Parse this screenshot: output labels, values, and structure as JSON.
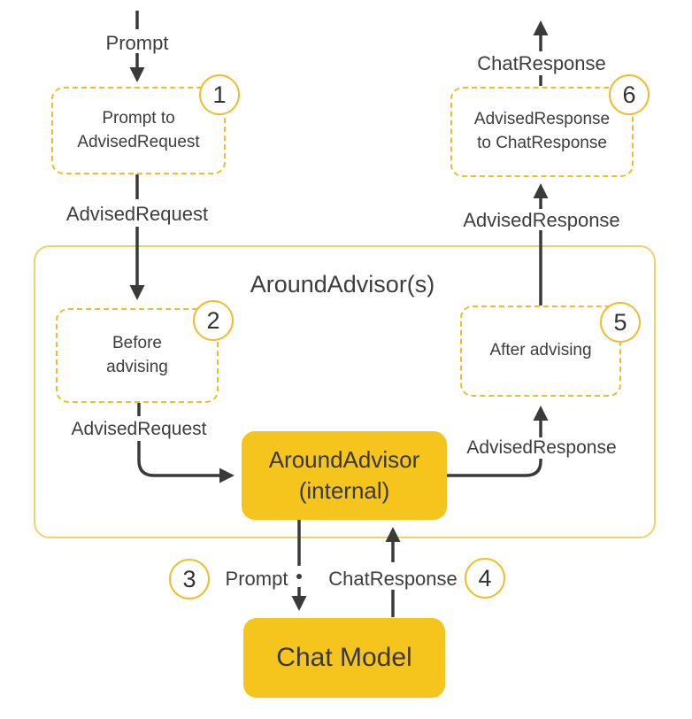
{
  "colors": {
    "node_fill": "#f5c41d",
    "dashed_border": "#eebd2b",
    "container_border": "#f0d268",
    "arrow": "#3a3a3a",
    "text": "#3d3d3d"
  },
  "container": {
    "title": "AroundAdvisor(s)"
  },
  "edge_labels": {
    "prompt_in": "Prompt",
    "advised_request_outer": "AdvisedRequest",
    "advised_request_inner": "AdvisedRequest",
    "prompt_to_model": "Prompt",
    "chat_response_from_model": "ChatResponse",
    "advised_response_inner": "AdvisedResponse",
    "advised_response_outer": "AdvisedResponse",
    "chat_response_out": "ChatResponse"
  },
  "nodes": {
    "step1": {
      "badge": "1",
      "line1": "Prompt to",
      "line2": "AdvisedRequest"
    },
    "step2": {
      "badge": "2",
      "line1": "Before",
      "line2": "advising"
    },
    "step5": {
      "badge": "5",
      "line1": "After advising"
    },
    "step6": {
      "badge": "6",
      "line1": "AdvisedResponse",
      "line2": "to ChatResponse"
    },
    "internal_advisor": {
      "line1": "AroundAdvisor",
      "line2": "(internal)"
    },
    "chat_model": {
      "label": "Chat Model"
    },
    "step3": {
      "badge": "3"
    },
    "step4": {
      "badge": "4"
    }
  }
}
